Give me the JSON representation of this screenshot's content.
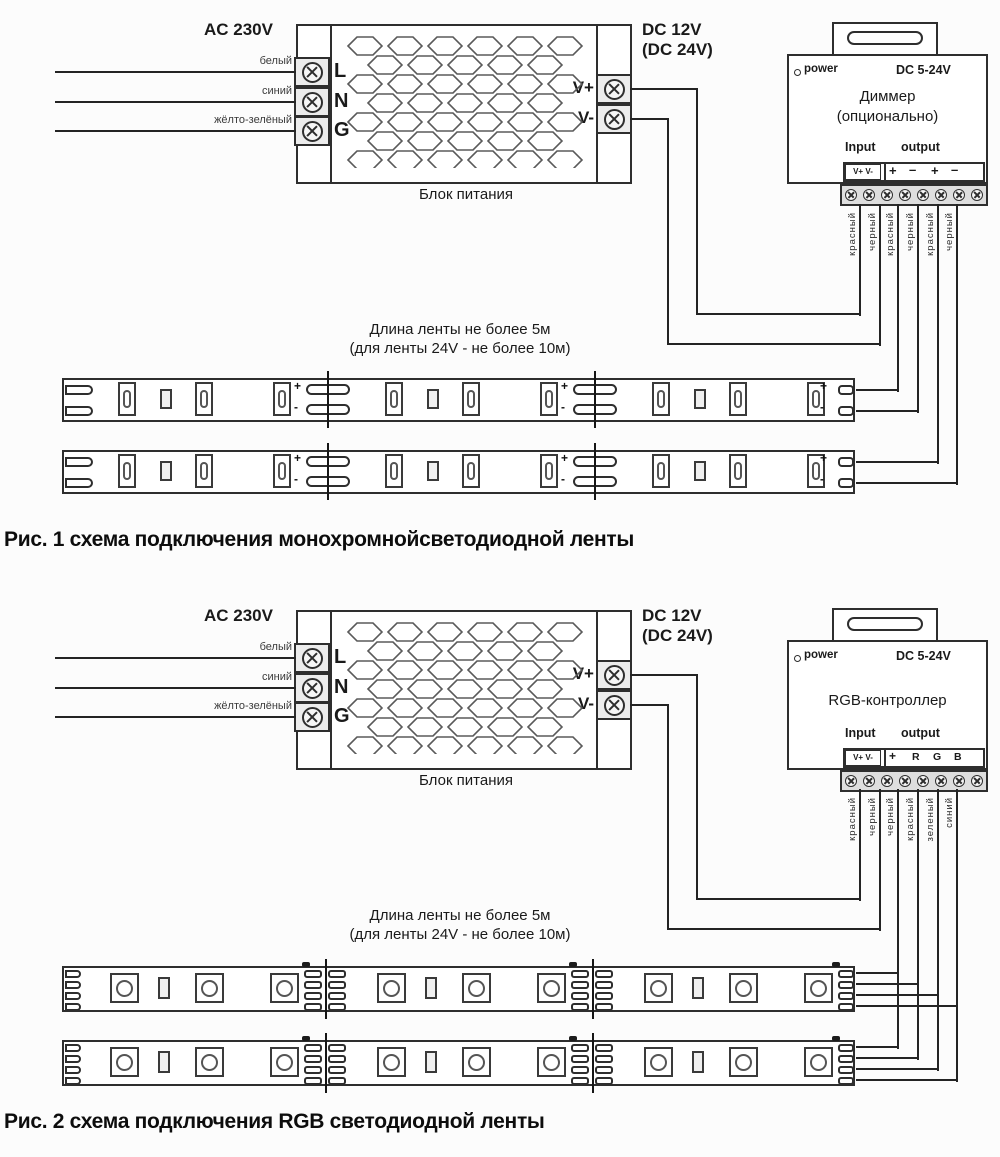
{
  "fig1": {
    "ac_label": "AC 230V",
    "input_wire_labels": [
      "белый",
      "синий",
      "жёлто-зелёный"
    ],
    "psu": {
      "terminals": [
        "L",
        "N",
        "G"
      ],
      "out_plus": "V+",
      "out_minus": "V-",
      "caption": "Блок питания"
    },
    "dc_label_line1": "DC 12V",
    "dc_label_line2": "(DC 24V)",
    "controller": {
      "power_label": "power",
      "voltage_label": "DC 5-24V",
      "title": "Диммер",
      "subtitle": "(опционально)",
      "input_label": "Input",
      "output_label": "output",
      "input_terminals": "V+ V-",
      "output_terminals": [
        "+",
        "–",
        "+",
        "–"
      ],
      "wire_colors": [
        "красный",
        "черный",
        "красный",
        "черный",
        "красный",
        "черный"
      ]
    },
    "strip_note_line1": "Длина ленты не более 5м",
    "strip_note_line2": "(для ленты 24V - не более 10м)",
    "strip_marks": {
      "plus": "+",
      "minus": "-"
    },
    "caption": "Рис. 1 схема подключения монохромнойсветодиодной ленты"
  },
  "fig2": {
    "ac_label": "AC 230V",
    "input_wire_labels": [
      "белый",
      "синий",
      "жёлто-зелёный"
    ],
    "psu": {
      "terminals": [
        "L",
        "N",
        "G"
      ],
      "out_plus": "V+",
      "out_minus": "V-",
      "caption": "Блок питания"
    },
    "dc_label_line1": "DC 12V",
    "dc_label_line2": "(DC 24V)",
    "controller": {
      "power_label": "power",
      "voltage_label": "DC 5-24V",
      "title": "RGB-контроллер",
      "subtitle": "",
      "input_label": "Input",
      "output_label": "output",
      "input_terminals": "V+ V-",
      "output_terminals": [
        "+",
        "R",
        "G",
        "B"
      ],
      "wire_colors": [
        "красный",
        "черный",
        "черный",
        "красный",
        "зеленый",
        "синий"
      ]
    },
    "strip_note_line1": "Длина ленты не более 5м",
    "strip_note_line2": "(для ленты 24V - не более 10м)",
    "caption": "Рис. 2 схема подключения RGB светодиодной ленты"
  },
  "line_color": "#242424"
}
